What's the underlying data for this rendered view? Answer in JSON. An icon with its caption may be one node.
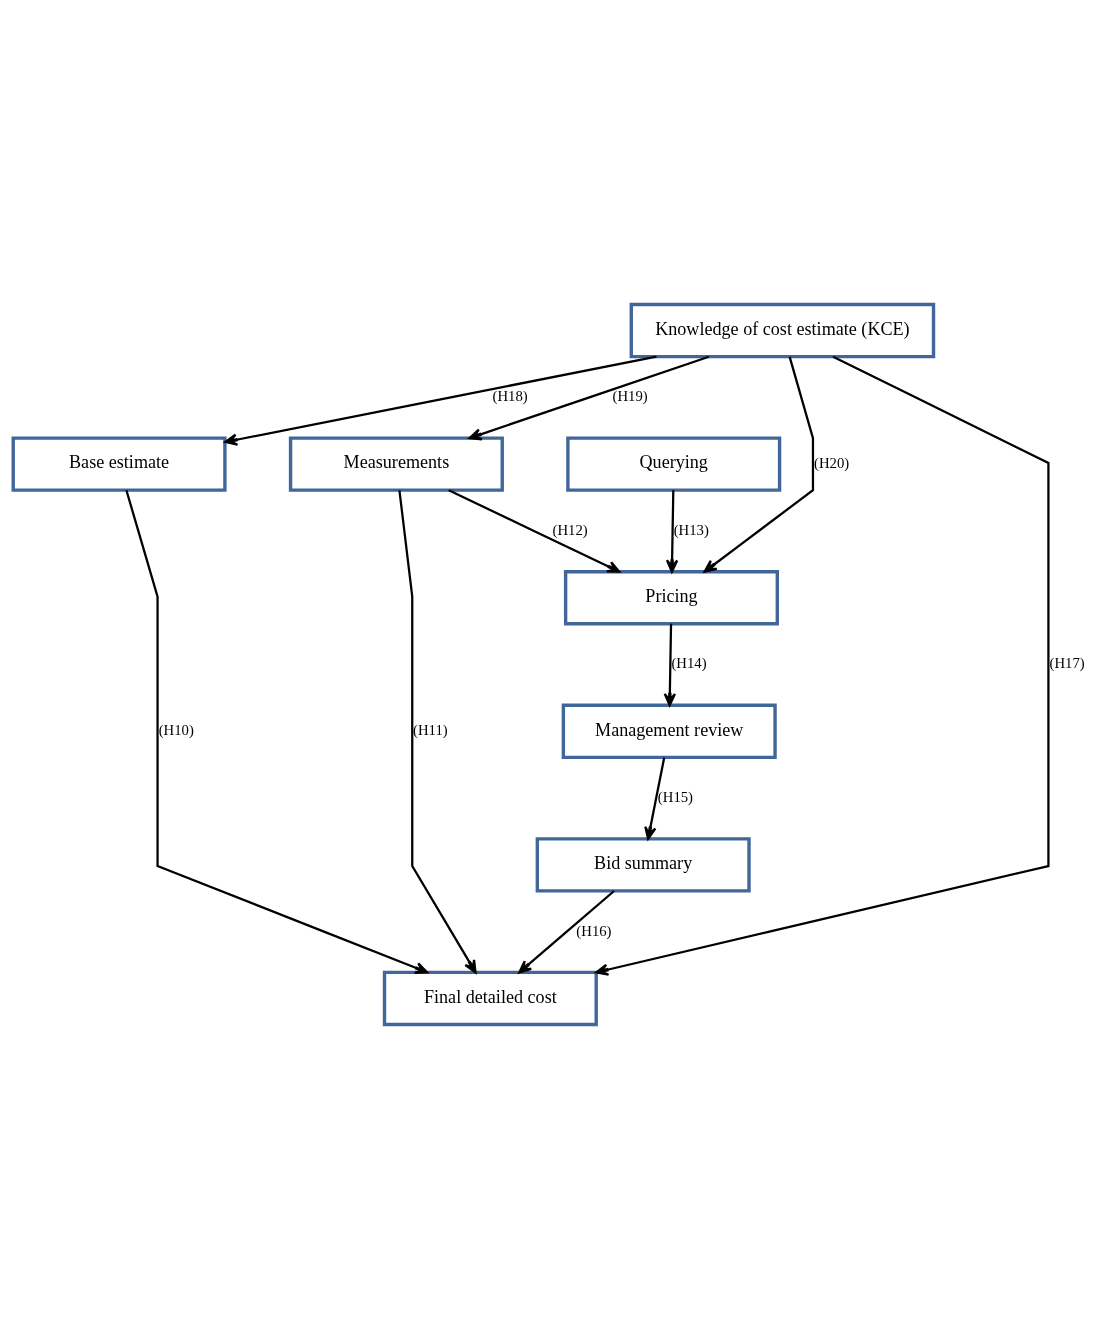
{
  "diagram": {
    "nodes": [
      {
        "text": [
          "Knowledge of cost estimate (KCE)"
        ]
      },
      {
        "text": [
          "Base estimate"
        ]
      },
      {
        "text": [
          "Measurements"
        ]
      },
      {
        "text": [
          "Querying"
        ]
      },
      {
        "text": [
          "Pricing"
        ]
      },
      {
        "text": [
          "Management review"
        ]
      },
      {
        "text": [
          "Bid summary"
        ]
      },
      {
        "text": [
          "Final detailed cost"
        ]
      }
    ],
    "edges": [
      {
        "from": 0,
        "to": 1,
        "arrow": "to",
        "label": "(H18)"
      },
      {
        "from": 0,
        "to": 2,
        "arrow": "to",
        "label": "(H19)"
      },
      {
        "from": 3,
        "to": 4,
        "arrow": "to",
        "label": "(H13)"
      },
      {
        "from": 0,
        "to": 4,
        "arrow": "to",
        "label": "(H20)"
      },
      {
        "from": 2,
        "to": 4,
        "arrow": "to",
        "label": "(H12)"
      },
      {
        "from": 4,
        "to": 5,
        "arrow": "to",
        "label": "(H14)"
      },
      {
        "from": 5,
        "to": 6,
        "arrow": "to",
        "label": "(H15)"
      },
      {
        "from": 6,
        "to": 7,
        "arrow": "to",
        "label": "(H16)"
      },
      {
        "from": 0,
        "to": 7,
        "arrow": "to",
        "label": "(H17)"
      },
      {
        "from": 2,
        "to": 7,
        "arrow": "to",
        "label": "(H11)"
      },
      {
        "from": 1,
        "to": 7,
        "arrow": "to",
        "label": "(H10)"
      }
    ]
  }
}
